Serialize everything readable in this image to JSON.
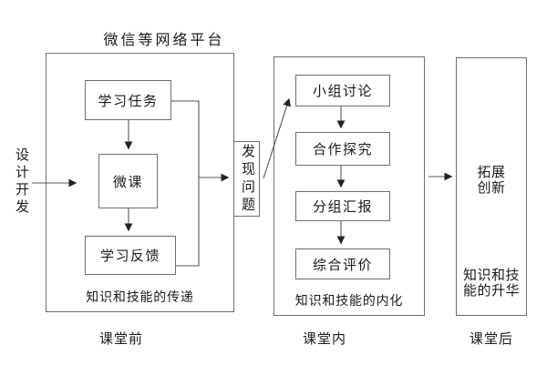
{
  "colors": {
    "background": "#ffffff",
    "box_border": "#6e6e6e",
    "connector_line": "#555555",
    "arrowhead": "#222222",
    "text": "#1a1a1a"
  },
  "diagram": {
    "platform_label": "微信等网络平台",
    "design_dev_label": "设计开发",
    "pre_class": {
      "steps": [
        "学习任务",
        "微课",
        "学习反馈"
      ],
      "caption": "知识和技能的传递",
      "stage_label": "课堂前"
    },
    "transition_label": "发现问题",
    "in_class": {
      "steps": [
        "小组讨论",
        "合作探究",
        "分组汇报",
        "综合评价"
      ],
      "caption": "知识和技能的内化",
      "stage_label": "课堂内"
    },
    "post_class": {
      "title": "拓展\n创新",
      "caption": "知识和技\n能的升华",
      "stage_label": "课堂后"
    }
  }
}
